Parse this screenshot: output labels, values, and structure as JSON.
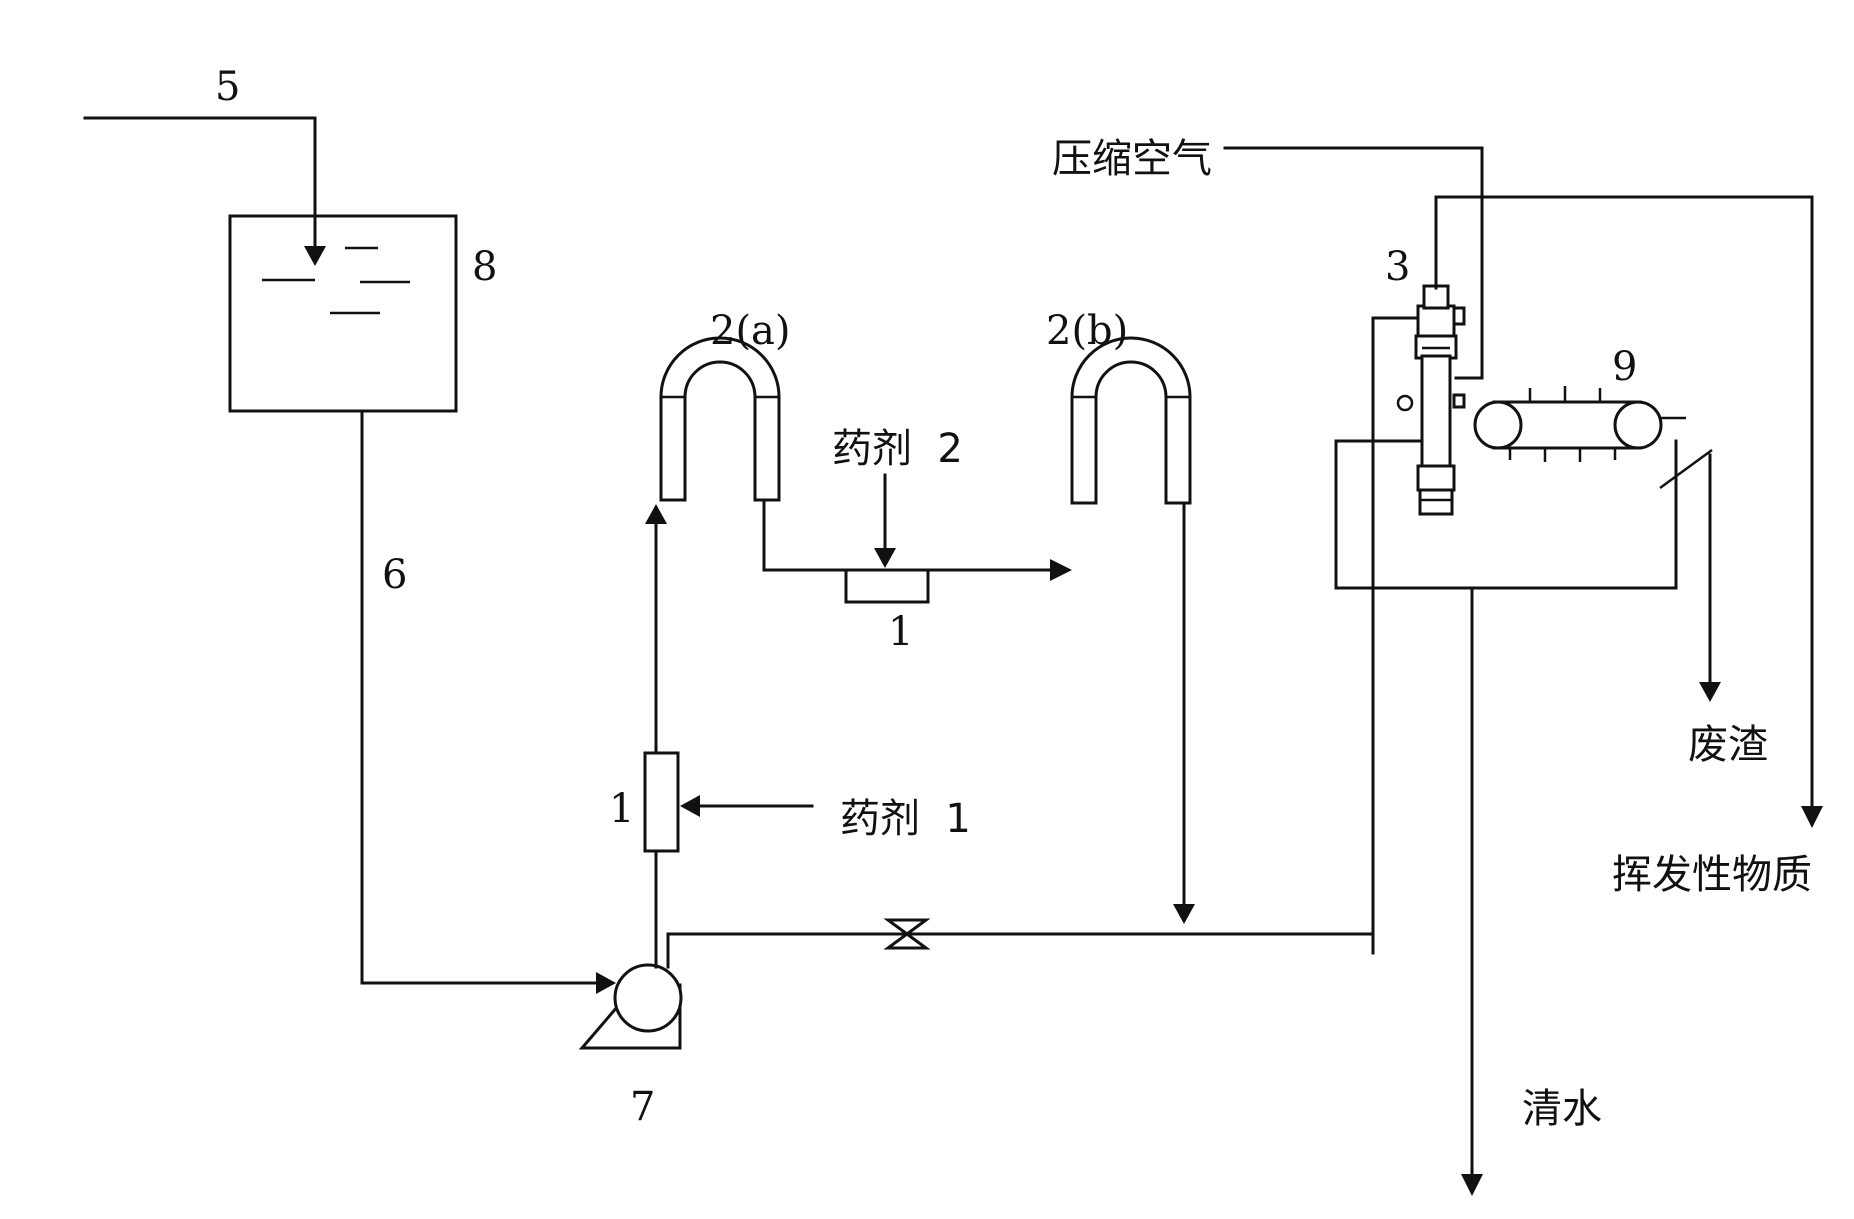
{
  "labels": {
    "num_5": "5",
    "num_8": "8",
    "num_6": "6",
    "num_7": "7",
    "num_1_lower": "1",
    "num_1_upper": "1",
    "num_2a": "2(a)",
    "num_2b": "2(b)",
    "num_3": "3",
    "num_9": "9",
    "agent_1": "药剂  1",
    "agent_2": "药剂  2",
    "compressed_air": "压缩空气",
    "waste_residue": "废渣",
    "volatile_matter": "挥发性物质",
    "clear_water": "清水"
  }
}
